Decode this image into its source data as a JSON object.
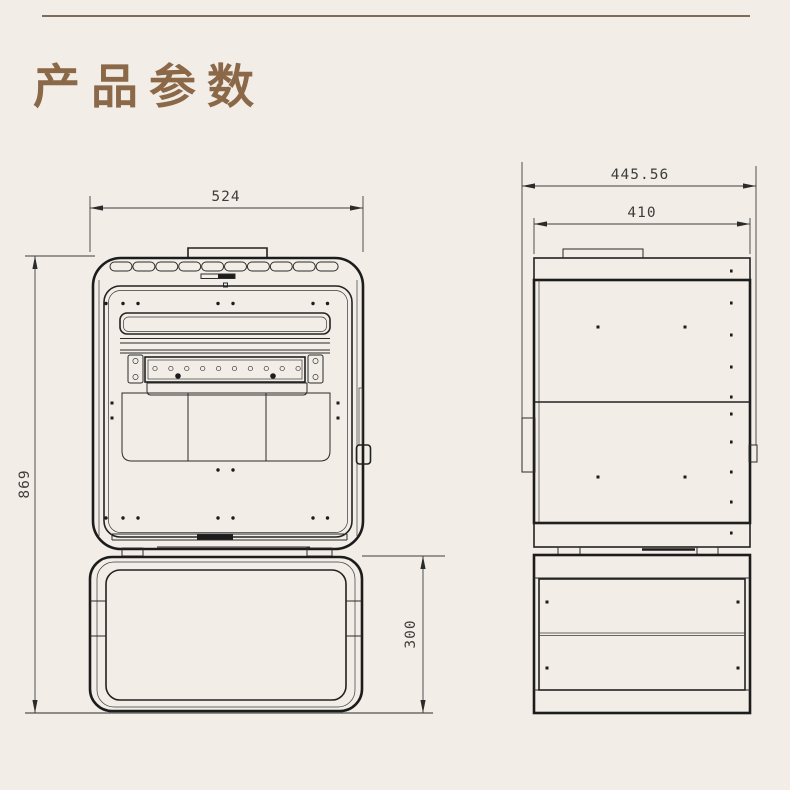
{
  "page": {
    "title": "产品参数",
    "colors": {
      "background": "#f2eee7",
      "title": "#8a6848",
      "header_rule": "#7d6b54",
      "drawing_line": "#1c1c1c",
      "dimension_text": "#3d3d3d"
    }
  },
  "views": {
    "front": {
      "width": "524",
      "height": "869",
      "base_height": "300"
    },
    "side": {
      "overall_depth": "445.56",
      "body_depth": "410"
    }
  }
}
